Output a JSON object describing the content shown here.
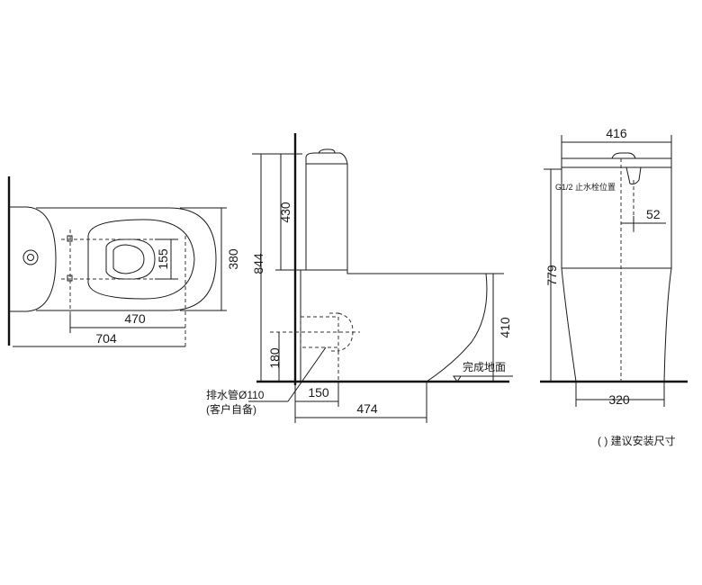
{
  "top_view": {
    "dim_width_inner": "470",
    "dim_width_total": "704",
    "dim_depth": "380",
    "dim_outlet": "155"
  },
  "side_view": {
    "dim_total_height": "844",
    "dim_tank_height": "430",
    "dim_outlet_height": "410",
    "dim_drain_height": "180",
    "dim_drain_offset": "150",
    "dim_base_depth": "474",
    "floor_label": "完成地面",
    "drain_pipe_label": "排水管Ø110",
    "drain_pipe_note": "(客户自备)"
  },
  "front_view": {
    "dim_tank_width": "416",
    "dim_height": "779",
    "dim_valve_offset": "52",
    "dim_base_width": "320",
    "valve_label": "G1/2 止水栓位置"
  },
  "legend": "( ) 建议安装尺寸"
}
